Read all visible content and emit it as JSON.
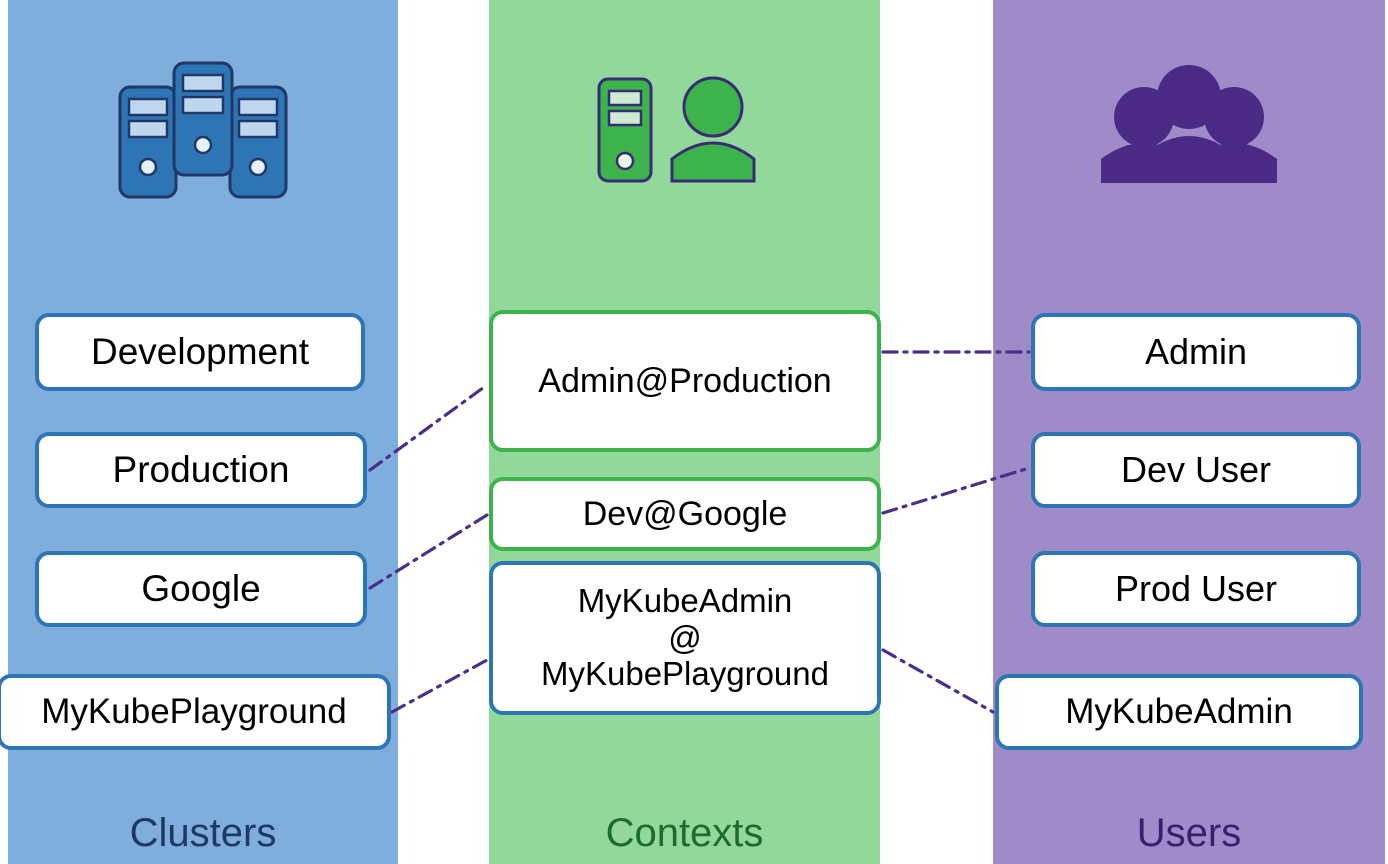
{
  "diagram": {
    "title": "Kubernetes kubeconfig: Clusters, Contexts and Users",
    "colors": {
      "clusters_bg": "#7FAEDC",
      "contexts_bg": "#92D89B",
      "users_bg": "#9E8BC8",
      "card_border_blue": "#2E75B6",
      "card_border_green": "#3CB44B",
      "card_fill": "#FFFFFF",
      "connector": "#4A2D8C",
      "clusters_label_text": "#1F3864",
      "contexts_label_text": "#1E6B2E",
      "users_label_text": "#3B1E70",
      "icon_blue": "#2E75B6",
      "icon_green": "#3CB44B",
      "icon_purple": "#4B2A86"
    }
  },
  "columns": {
    "clusters": {
      "label": "Clusters",
      "icon": "servers-icon",
      "items": [
        {
          "label": "Development"
        },
        {
          "label": "Production"
        },
        {
          "label": "Google"
        },
        {
          "label": "MyKubePlayground"
        }
      ]
    },
    "contexts": {
      "label": "Contexts",
      "icon": "server-user-icon",
      "items": [
        {
          "label": "Admin@Production"
        },
        {
          "label": "Dev@Google"
        },
        {
          "line1": "MyKubeAdmin",
          "line2": "@",
          "line3": "MyKubePlayground"
        }
      ]
    },
    "users": {
      "label": "Users",
      "icon": "people-group-icon",
      "items": [
        {
          "label": "Admin"
        },
        {
          "label": "Dev User"
        },
        {
          "label": "Prod User"
        },
        {
          "label": "MyKubeAdmin"
        }
      ]
    }
  },
  "connections": [
    {
      "from": "Production",
      "to": "Admin@Production"
    },
    {
      "from": "Google",
      "to": "Dev@Google"
    },
    {
      "from": "MyKubePlayground",
      "to": "MyKubeAdmin@MyKubePlayground"
    },
    {
      "from": "Admin@Production",
      "to": "Admin"
    },
    {
      "from": "Dev@Google",
      "to": "Dev User"
    },
    {
      "from": "MyKubeAdmin@MyKubePlayground",
      "to": "MyKubeAdmin"
    }
  ]
}
